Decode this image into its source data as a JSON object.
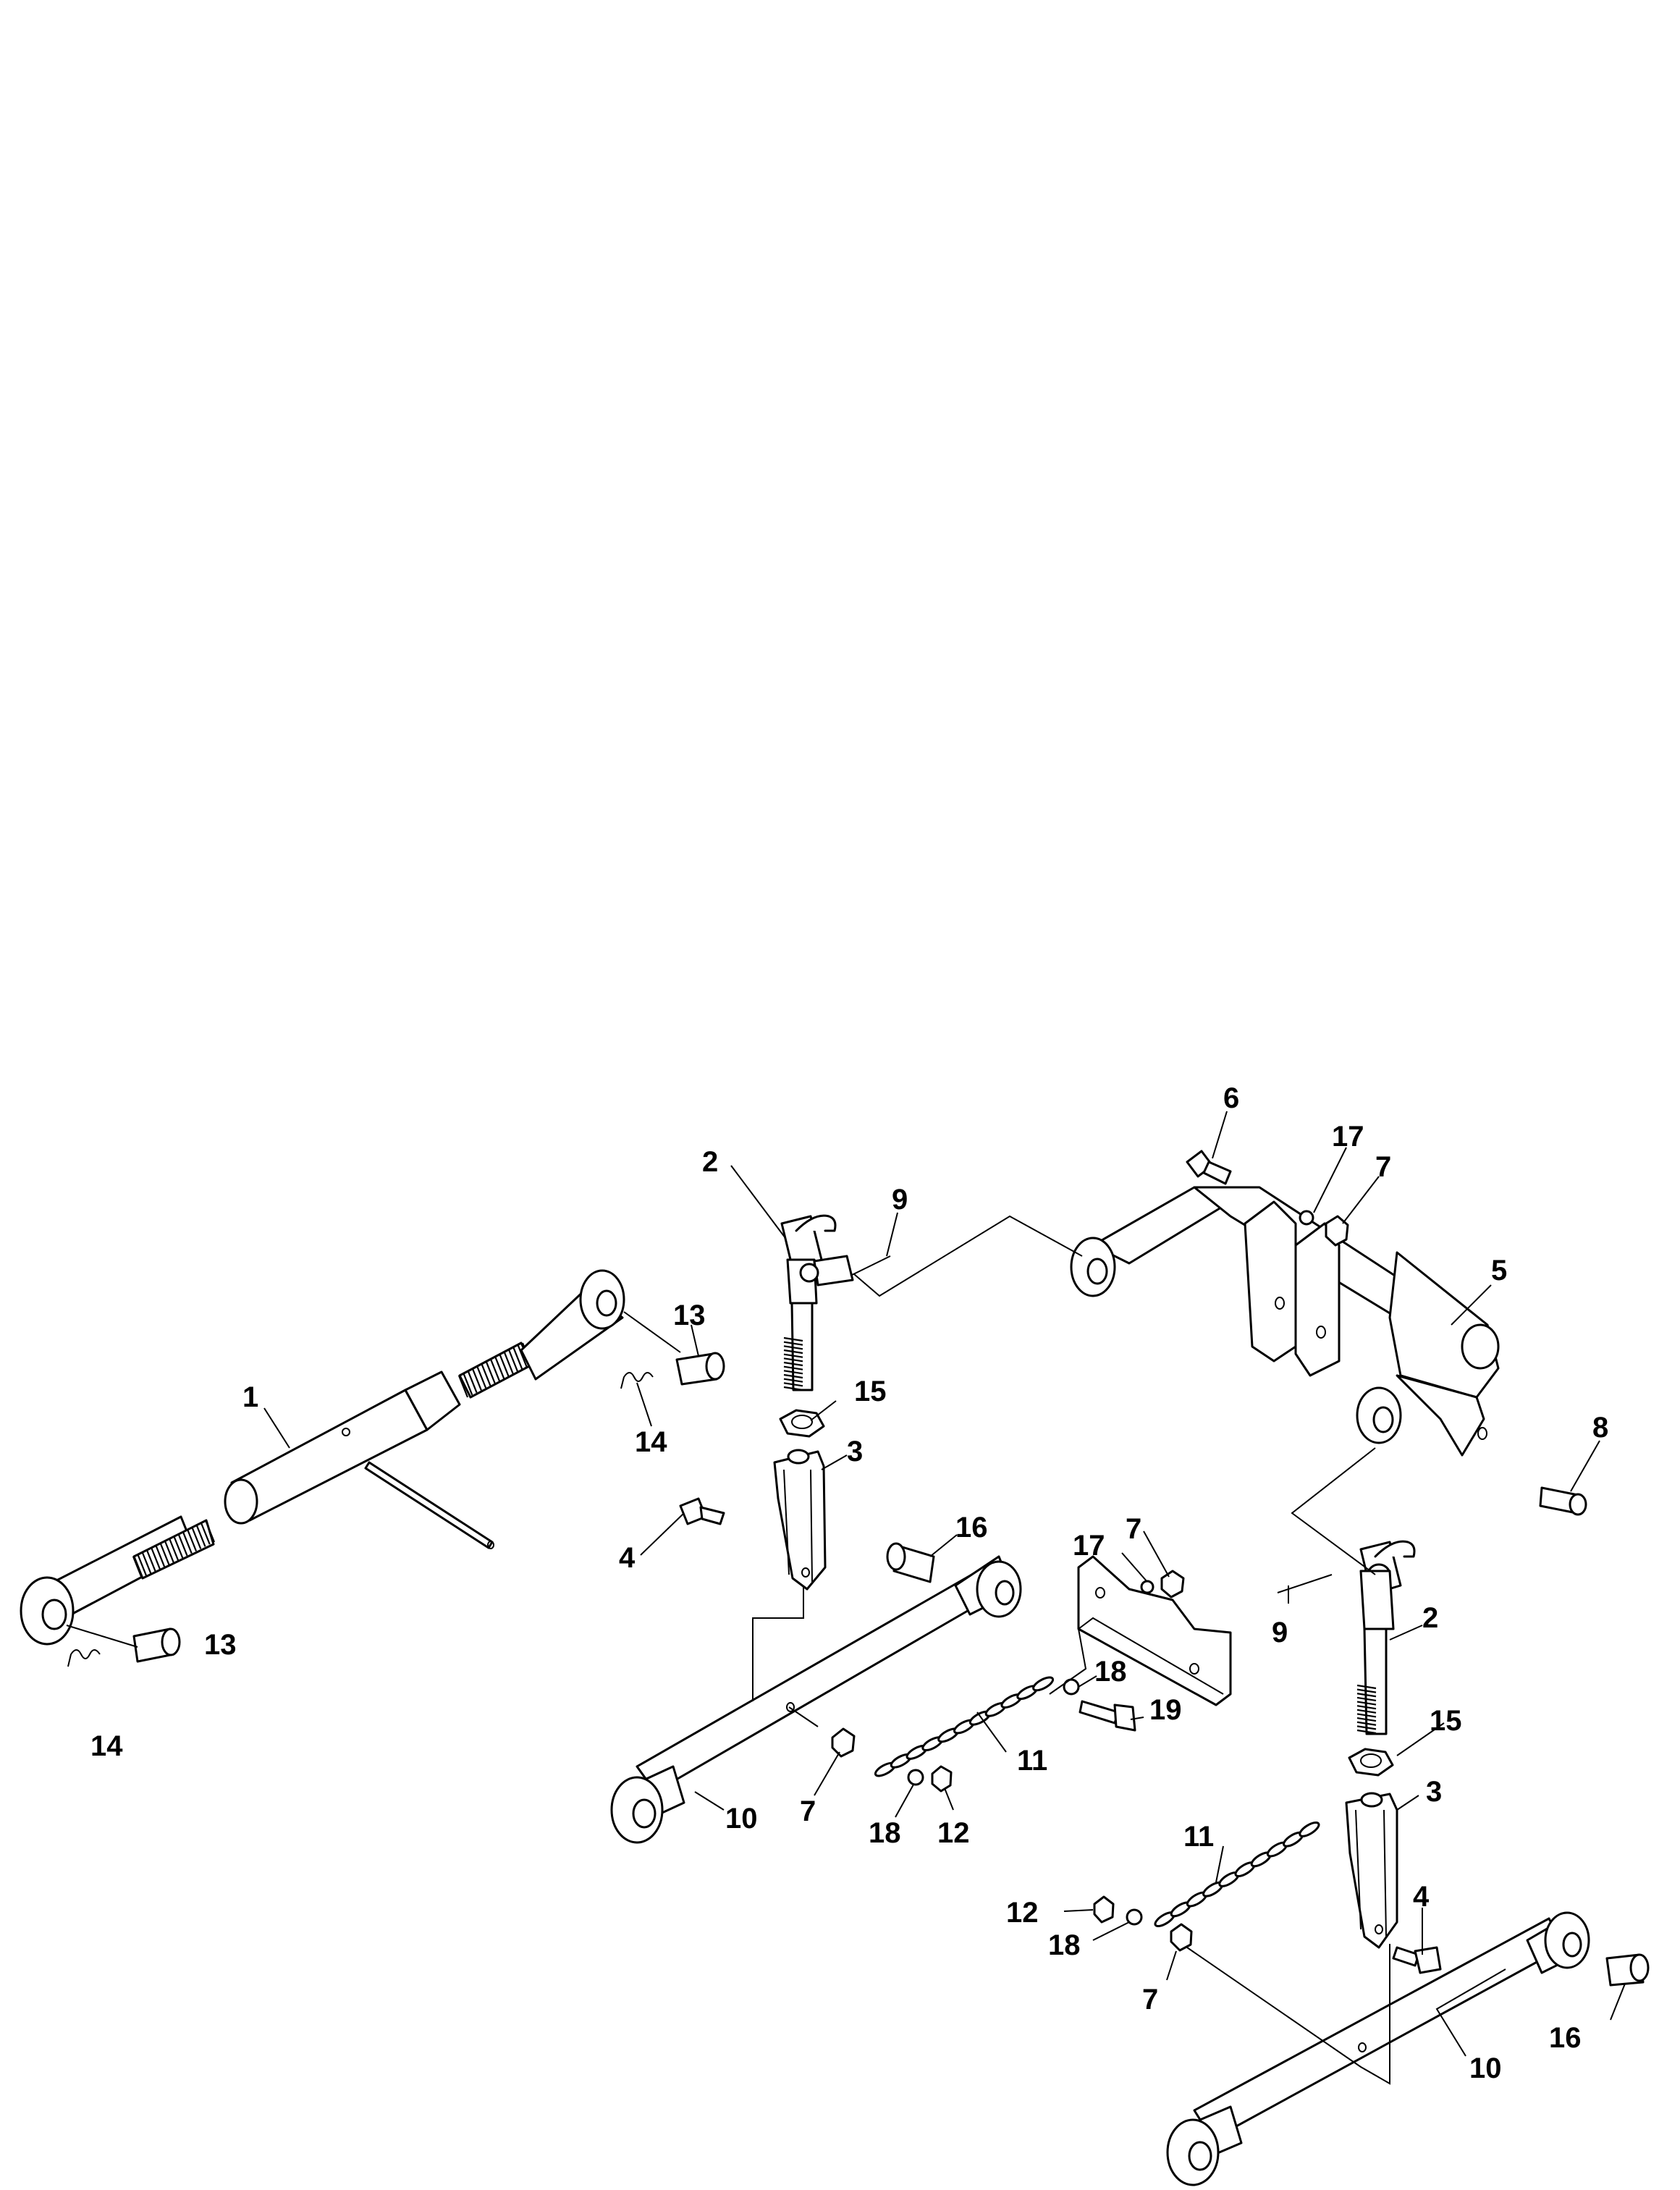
{
  "callouts": {
    "c1": "1",
    "c2a": "2",
    "c2b": "2",
    "c3a": "3",
    "c3b": "3",
    "c4a": "4",
    "c4b": "4",
    "c5": "5",
    "c6": "6",
    "c7a": "7",
    "c7b": "7",
    "c7c": "7",
    "c7d": "7",
    "c8": "8",
    "c9a": "9",
    "c9b": "9",
    "c10a": "10",
    "c10b": "10",
    "c11a": "11",
    "c11b": "11",
    "c12a": "12",
    "c12b": "12",
    "c13a": "13",
    "c13b": "13",
    "c14a": "14",
    "c14b": "14",
    "c15a": "15",
    "c15b": "15",
    "c16a": "16",
    "c16b": "16",
    "c17a": "17",
    "c17b": "17",
    "c18a": "18",
    "c18b": "18",
    "c18c": "18",
    "c19": "19"
  }
}
